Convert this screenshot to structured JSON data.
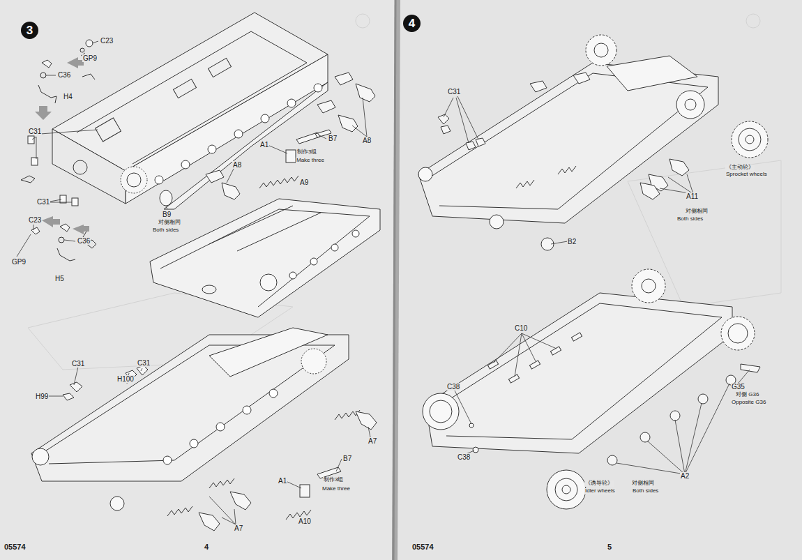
{
  "diagram": {
    "nodes": [
      {
        "text": [
          "3"
        ]
      },
      {
        "text": [
          "4"
        ]
      }
    ],
    "labels": [
      "C23",
      "GP9",
      "C36",
      "H4",
      "C31",
      "C31",
      "B9",
      "对侧相同",
      "Both sides",
      "C23",
      "GP9",
      "C36",
      "H5",
      "A8",
      "A8",
      "A1",
      "B7",
      "制作3组",
      "Make three",
      "A9",
      "C31",
      "H99",
      "H100",
      "C31",
      "A7",
      "A7",
      "A1",
      "B7",
      "制作3组",
      "Make three",
      "A10",
      "05574",
      "4",
      "C31",
      "《主动轮》",
      "Sprocket wheels",
      "A11",
      "对侧相同",
      "Both sides",
      "B2",
      "C10",
      "C38",
      "G35",
      "对侧 G36",
      "Opposite G36",
      "C38",
      "A2",
      "《诱导轮》",
      "Idler wheels",
      "对侧相同",
      "Both sides",
      "05574",
      "5"
    ]
  }
}
